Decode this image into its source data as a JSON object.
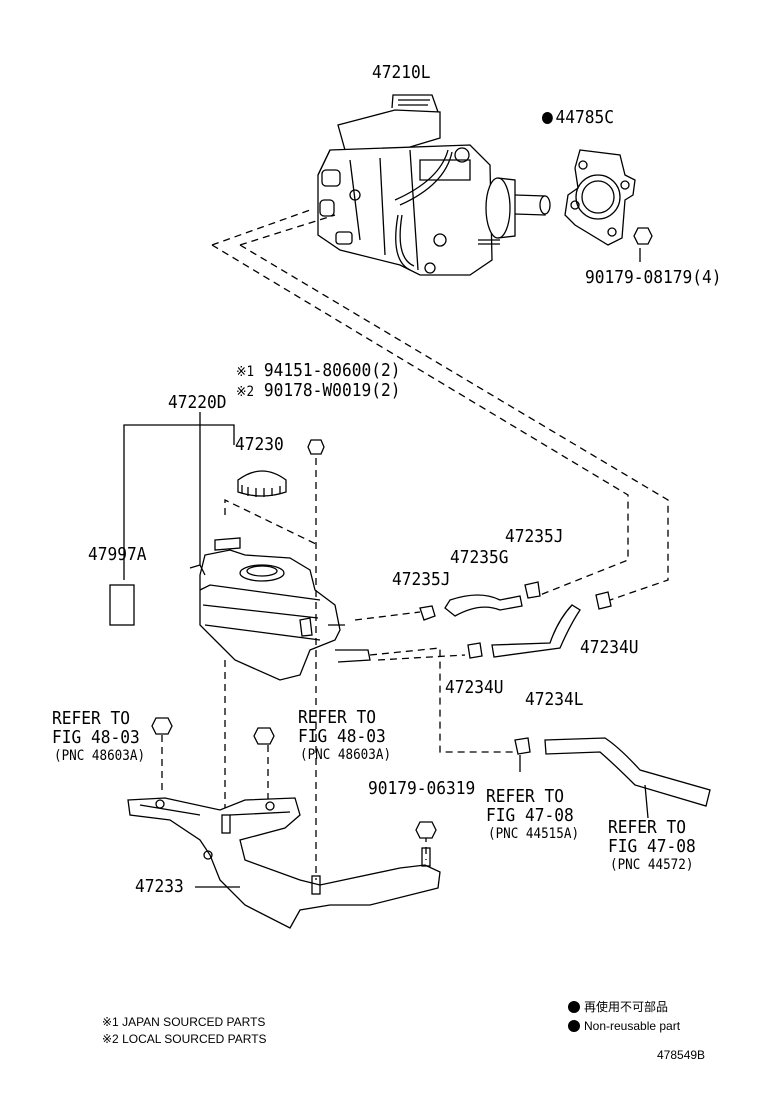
{
  "parts": {
    "p47210L": "47210L",
    "p44785C": "44785C",
    "p90179_08179": "90179-08179(4)",
    "p94151_80600": "94151-80600(2)",
    "p90178_W0019": "90178-W0019(2)",
    "p47220D": "47220D",
    "p47230": "47230",
    "p47997A": "47997A",
    "p47235J_a": "47235J",
    "p47235G": "47235G",
    "p47235J_b": "47235J",
    "p47234U_a": "47234U",
    "p47234U_b": "47234U",
    "p47234L": "47234L",
    "p90179_06319": "90179-06319",
    "p47233": "47233"
  },
  "marks": {
    "ref1": "※1",
    "ref2": "※2",
    "nonreusable_dot": "●"
  },
  "refs": {
    "left": {
      "line1": "REFER TO",
      "line2": "FIG 48-03",
      "line3": "(PNC 48603A)"
    },
    "mid": {
      "line1": "REFER TO",
      "line2": "FIG 48-03",
      "line3": "(PNC 48603A)"
    },
    "right1": {
      "line1": "REFER TO",
      "line2": "FIG 47-08",
      "line3": "(PNC 44515A)"
    },
    "right2": {
      "line1": "REFER TO",
      "line2": "FIG 47-08",
      "line3": "(PNC 44572)"
    }
  },
  "legend": {
    "japan": "※1 JAPAN SOURCED PARTS",
    "local": "※2 LOCAL SOURCED PARTS",
    "nonreusable_jp": "再使用不可部品",
    "nonreusable_en": "Non-reusable part"
  },
  "diagram_id": "478549B"
}
